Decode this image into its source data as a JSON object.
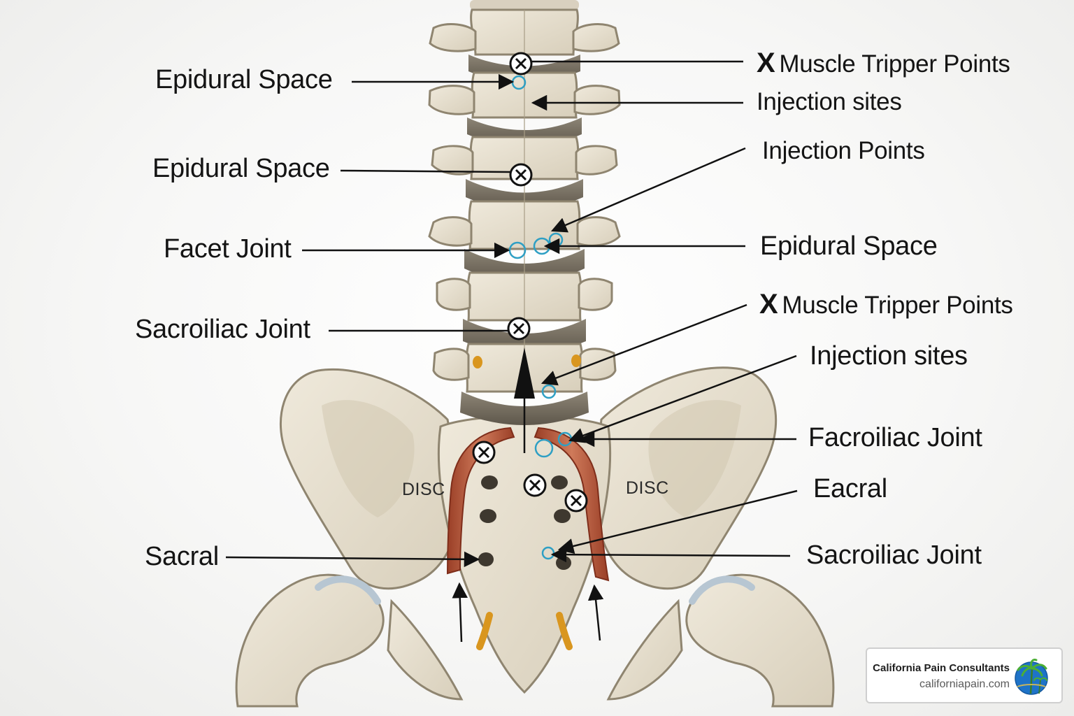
{
  "labels_left": [
    {
      "id": "epidural-1",
      "text": "Epidural Space"
    },
    {
      "id": "epidural-2",
      "text": "Epidural Space"
    },
    {
      "id": "facet",
      "text": "Facet Joint"
    },
    {
      "id": "sacroiliac-left",
      "text": "Sacroiliac Joint"
    },
    {
      "id": "sacral",
      "text": "Sacral"
    }
  ],
  "labels_right": [
    {
      "id": "muscle-1",
      "marker": "X",
      "text": "Muscle Tripper Points"
    },
    {
      "id": "injection-sites-1",
      "text": "Injection sites"
    },
    {
      "id": "injection-points",
      "text": "Injection Points"
    },
    {
      "id": "epidural-right",
      "text": "Epidural Space"
    },
    {
      "id": "muscle-2",
      "marker": "X",
      "text": "Muscle Tripper Points"
    },
    {
      "id": "injection-sites-2",
      "text": "Injection sites"
    },
    {
      "id": "facroiliac",
      "text": "Facroiliac Joint"
    },
    {
      "id": "eacral",
      "text": "Eacral"
    },
    {
      "id": "sacroiliac-right",
      "text": "Sacroiliac Joint"
    }
  ],
  "disc_labels": [
    "DISC",
    "DISC"
  ],
  "badge": {
    "name": "California Pain Consultants",
    "url": "californiapain.com"
  },
  "icons": [
    "x-circle-marker-icon",
    "injection-ring-icon",
    "palm-globe-logo-icon"
  ],
  "colors": {
    "bone": "#e6dfcf",
    "bone_shadow": "#b9ae98",
    "disc": "#7a7264",
    "muscle": "#b5573a",
    "injection": "#2e9fc4",
    "text": "#141414"
  }
}
